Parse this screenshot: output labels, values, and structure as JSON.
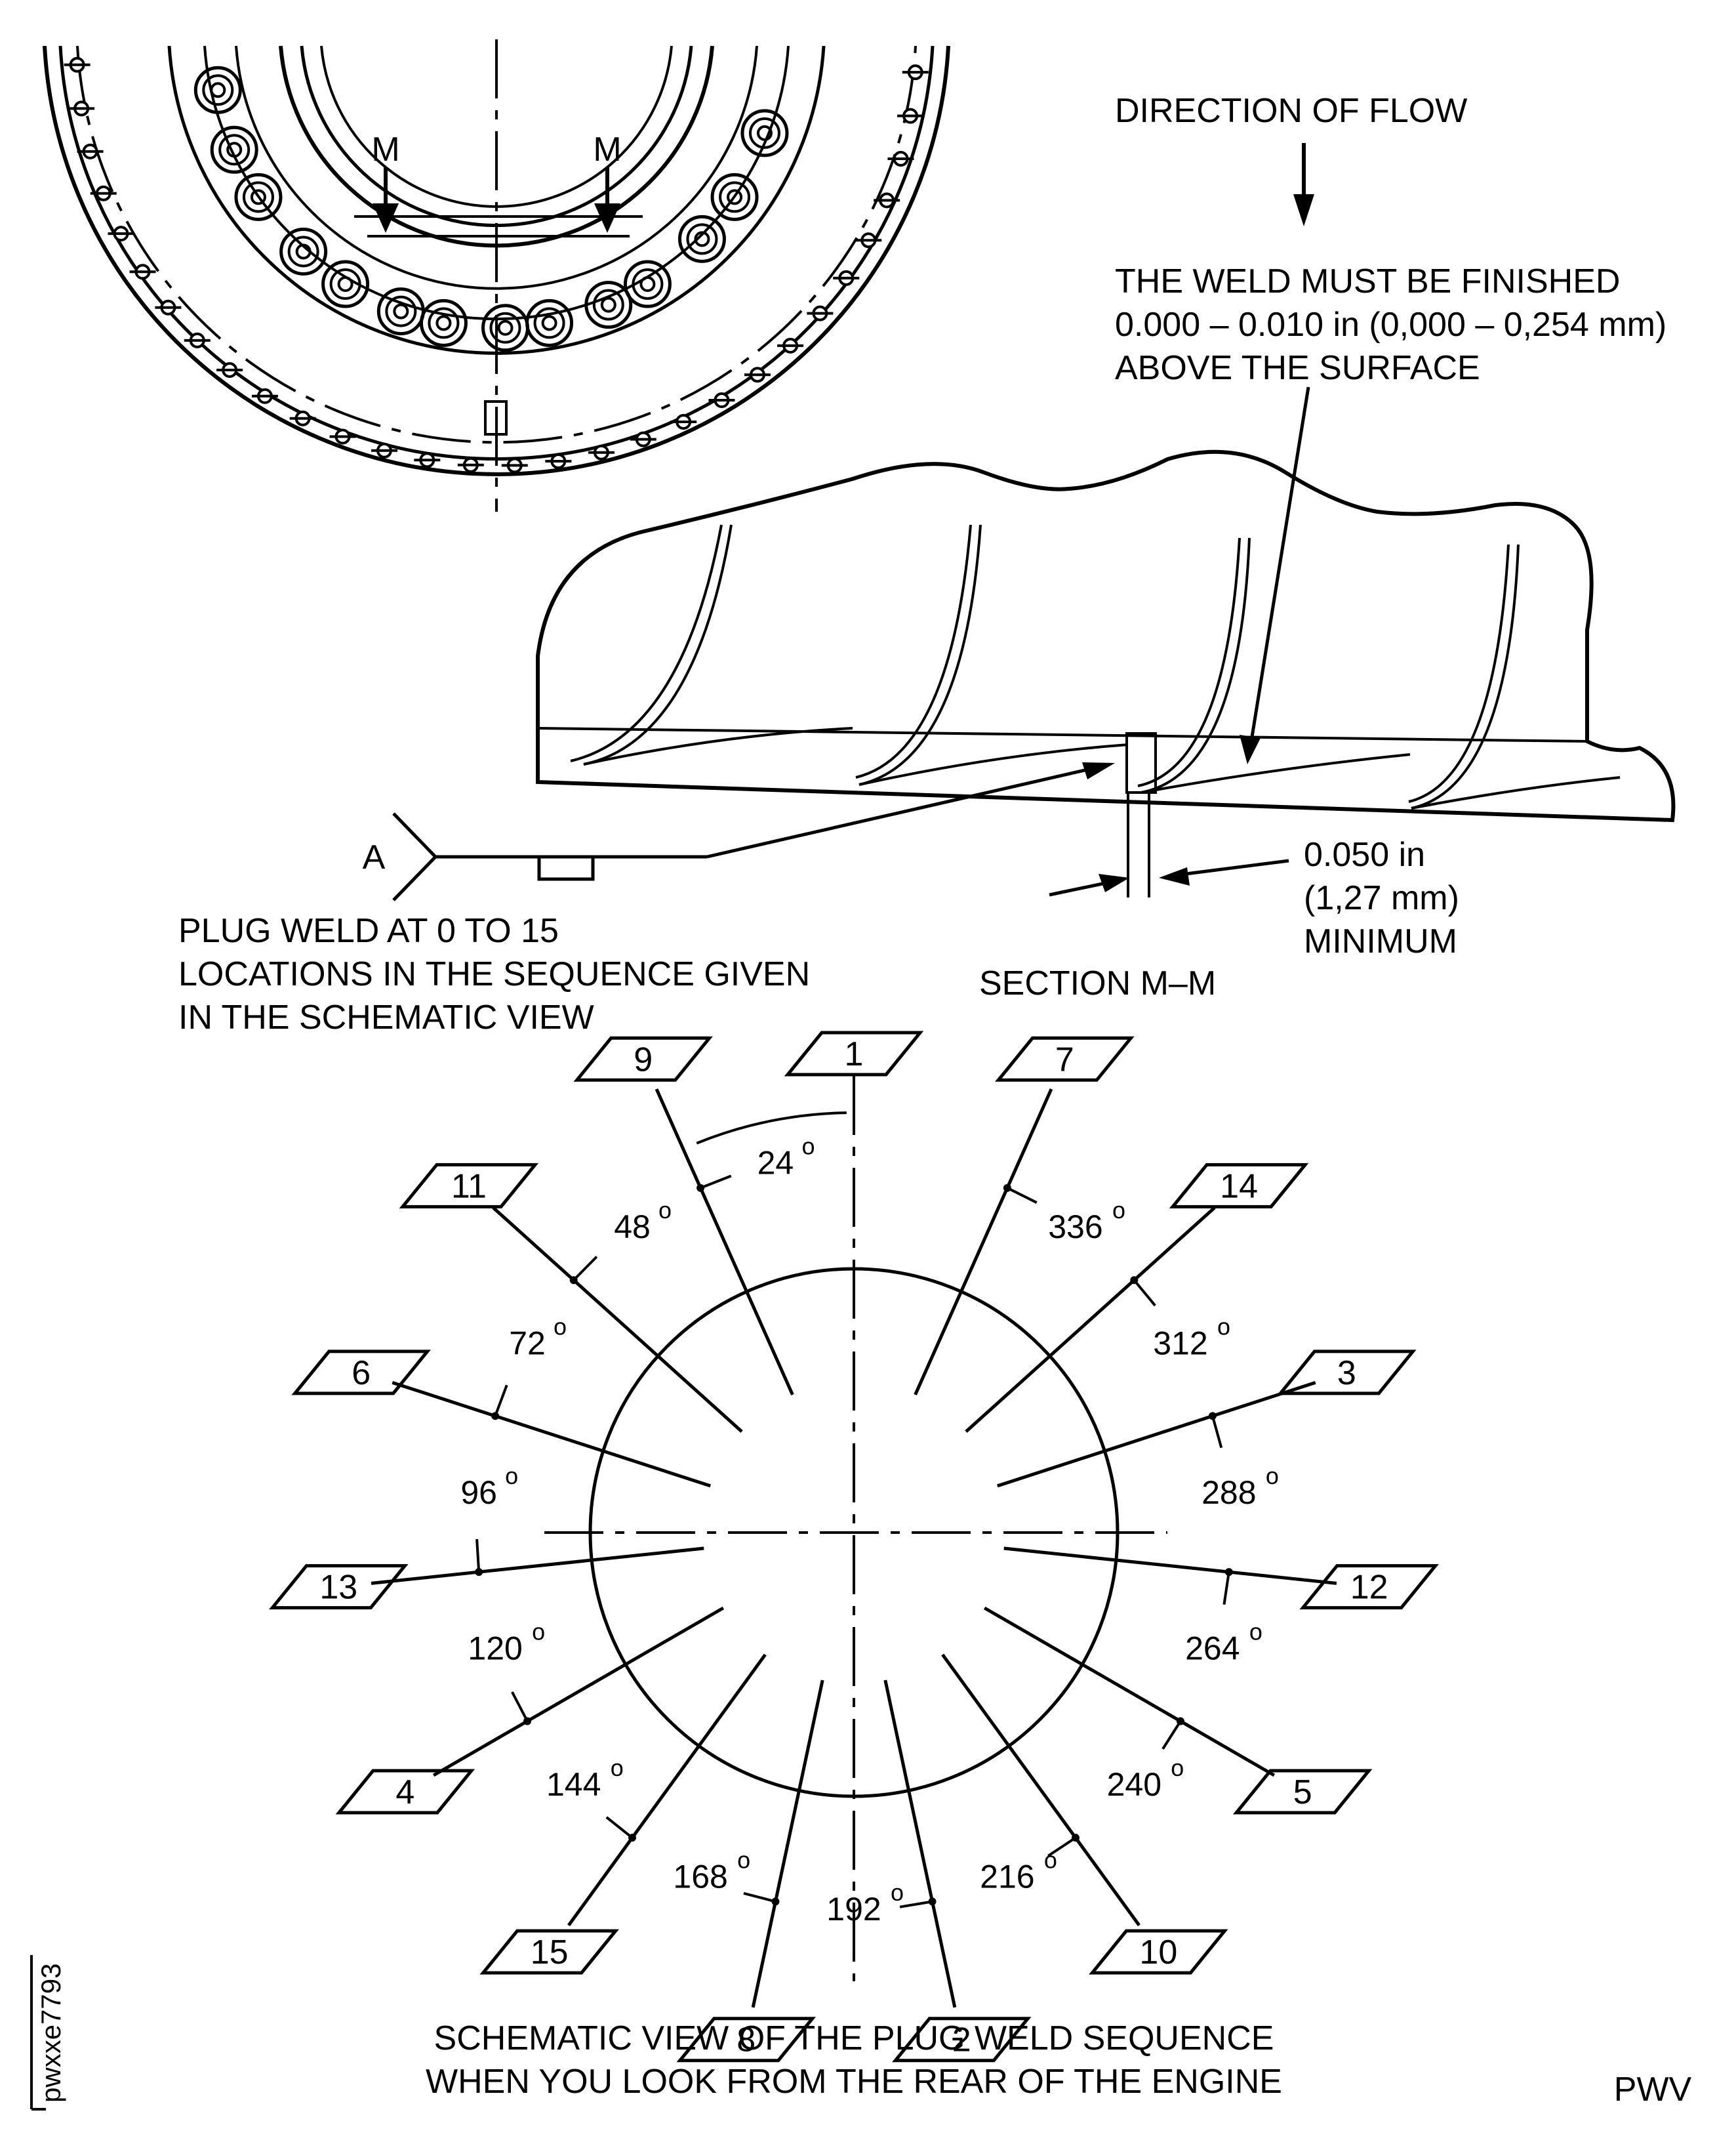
{
  "figure_code": "pwxxe7793",
  "corner_code": "PWV",
  "section_marker": "M",
  "flow_label": "DIRECTION OF FLOW",
  "weld_finish_note": [
    "THE WELD MUST BE FINISHED",
    "0.000 – 0.010 in (0,000 – 0,254 mm)",
    "ABOVE THE SURFACE"
  ],
  "weld_symbol_label": "A",
  "plug_weld_note": [
    "PLUG WELD AT 0 TO 15",
    "LOCATIONS IN THE SEQUENCE GIVEN",
    "IN THE SCHEMATIC VIEW"
  ],
  "dimension_note": [
    "0.050 in",
    "(1,27 mm)",
    "MINIMUM"
  ],
  "section_title": "SECTION M–M",
  "schematic_caption": [
    "SCHEMATIC VIEW OF THE PLUG WELD SEQUENCE",
    "WHEN YOU LOOK FROM THE REAR OF THE ENGINE"
  ],
  "weld_sequence": [
    {
      "number": "1",
      "angle": 0
    },
    {
      "number": "9",
      "angle": 24
    },
    {
      "number": "11",
      "angle": 48
    },
    {
      "number": "6",
      "angle": 72
    },
    {
      "number": "13",
      "angle": 96
    },
    {
      "number": "4",
      "angle": 120
    },
    {
      "number": "15",
      "angle": 144
    },
    {
      "number": "8",
      "angle": 168
    },
    {
      "number": "2",
      "angle": 192
    },
    {
      "number": "10",
      "angle": 216
    },
    {
      "number": "5",
      "angle": 240
    },
    {
      "number": "12",
      "angle": 264
    },
    {
      "number": "3",
      "angle": 288
    },
    {
      "number": "14",
      "angle": 312
    },
    {
      "number": "7",
      "angle": 336
    }
  ],
  "angle_labels": [
    "24",
    "48",
    "72",
    "96",
    "120",
    "144",
    "168",
    "192",
    "216",
    "240",
    "264",
    "288",
    "312",
    "336"
  ],
  "degree_mark": "o"
}
